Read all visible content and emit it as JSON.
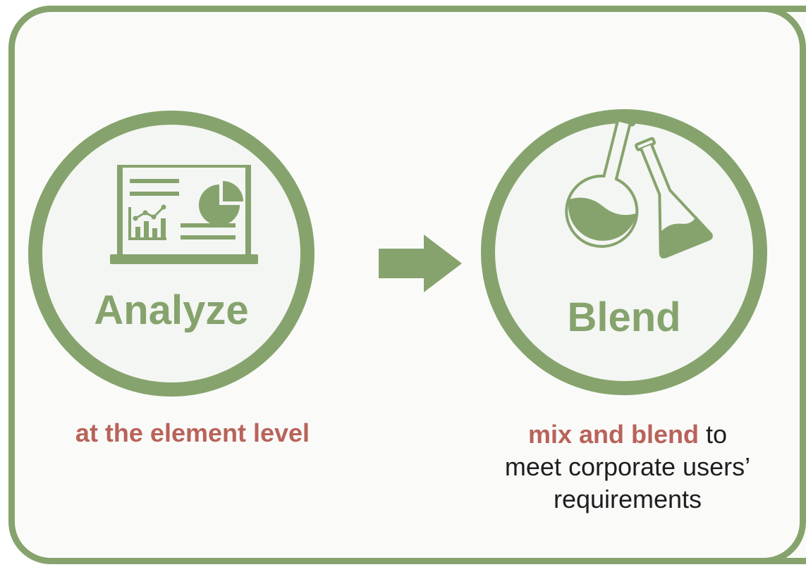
{
  "colors": {
    "accent_green": "#86a36d",
    "highlight_red": "#b8635b",
    "text_dark": "#1e1e1e"
  },
  "steps": [
    {
      "label": "Analyze",
      "icon": "laptop-dashboard-icon",
      "caption_highlight": "at the element level"
    },
    {
      "label": "Blend",
      "icon": "flasks-icon",
      "caption_highlight": "mix and blend",
      "caption_rest_1": " to",
      "caption_line_2": "meet corporate users’",
      "caption_line_3": "requirements"
    }
  ],
  "connector_icon": "arrow-right-icon"
}
